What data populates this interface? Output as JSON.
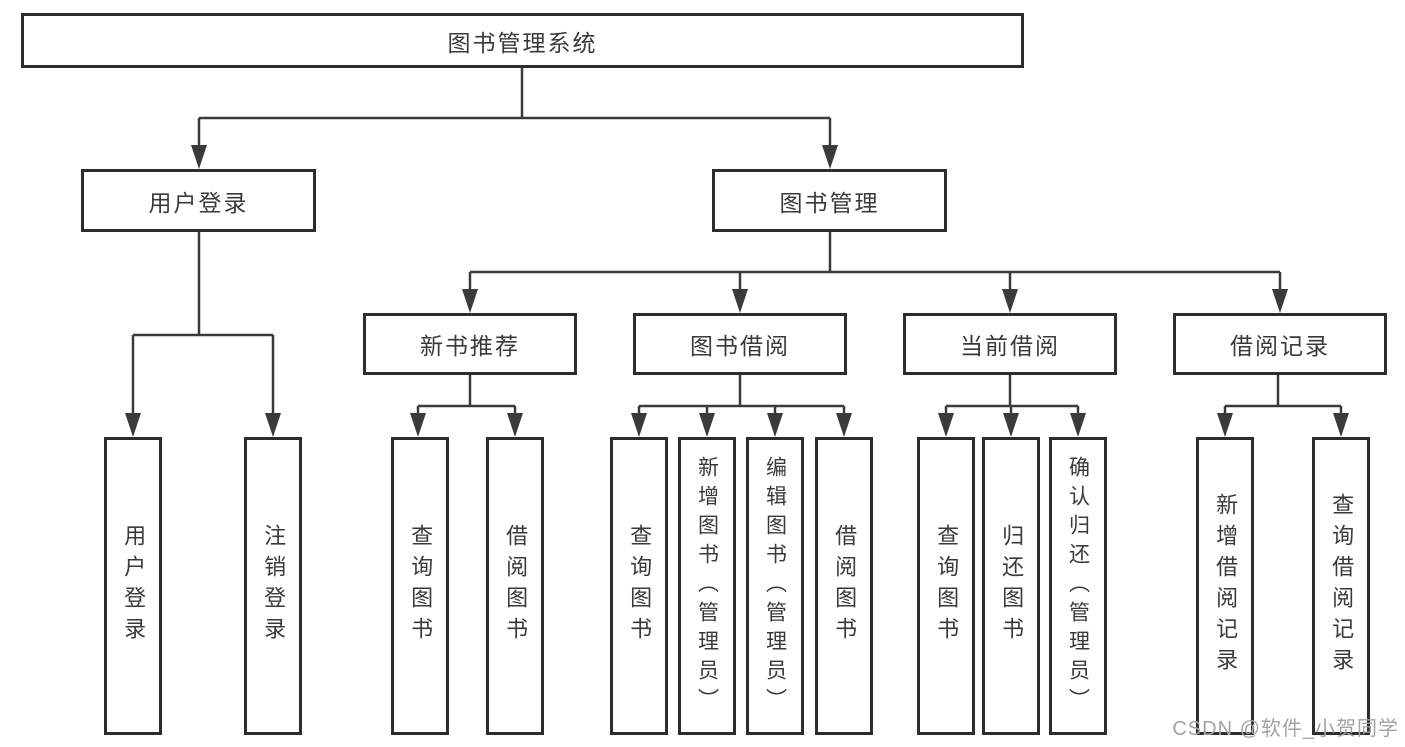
{
  "title": {
    "label": "图书管理系统"
  },
  "level2": {
    "login": "用户登录",
    "manage": "图书管理"
  },
  "level3": {
    "newbook": "新书推荐",
    "borrow": "图书借阅",
    "current": "当前借阅",
    "records": "借阅记录"
  },
  "leaves": {
    "login": [
      "用户登录",
      "注销登录"
    ],
    "newbook": [
      "查询图书",
      "借阅图书"
    ],
    "borrow": [
      "查询图书",
      "新增图书（管理员）",
      "编辑图书（管理员）",
      "借阅图书"
    ],
    "current": [
      "查询图书",
      "归还图书",
      "确认归还（管理员）"
    ],
    "records": [
      "新增借阅记录",
      "查询借阅记录"
    ]
  },
  "watermark": "CSDN @软件_小贺同学",
  "colors": {
    "line": "#3a3a3a",
    "box_border": "#2d2d2d",
    "text": "#3a3a3a",
    "watermark": "#a3a3a3",
    "background": "#ffffff"
  }
}
